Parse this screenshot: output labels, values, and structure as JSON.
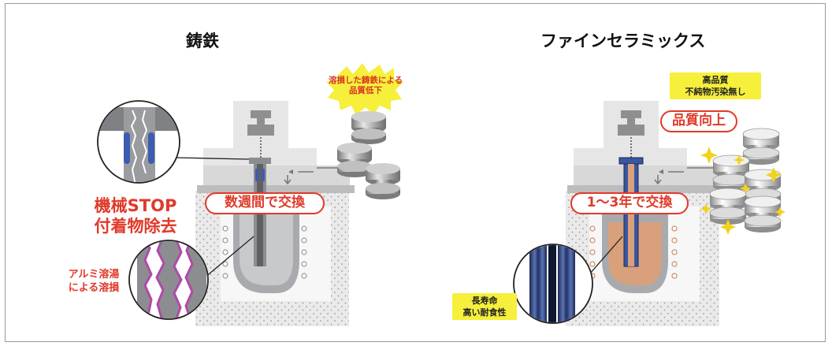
{
  "left": {
    "title": "鋳鉄",
    "burst_text": "溶損した鋳鉄による\n品質低下",
    "pill": "数週間で交換",
    "red_main": "機械STOP\n付着物除去",
    "red_sub": "アルミ溶湯\nによる溶損"
  },
  "right": {
    "title": "ファインセラミックス",
    "yellow_top": "高品質\n不純物汚染無し",
    "pill_quality": "品質向上",
    "pill": "1〜3年で交換",
    "yellow_bottom": "長寿命\n高い耐食性"
  },
  "colors": {
    "accent_red": "#e03a2a",
    "highlight_yellow": "#f6ef3c",
    "cast_iron_gray": "#8b8d90",
    "ceramic_blue": "#3b55a0",
    "molten_orange": "#d9a07c"
  }
}
